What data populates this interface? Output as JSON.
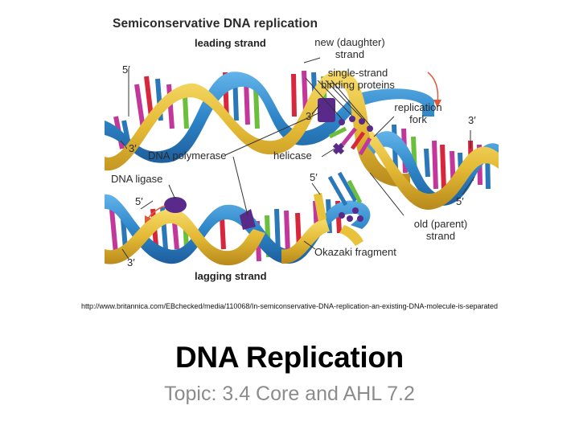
{
  "slide": {
    "title": "DNA Replication",
    "subtitle": "Topic: 3.4 Core and AHL 7.2",
    "source_url": "http://www.britannica.com/EBchecked/media/110068/In-semiconservative-DNA-replication-an-existing-DNA-molecule-is-separated"
  },
  "diagram": {
    "title": "Semiconservative DNA replication",
    "labels": {
      "leading_strand": "leading strand",
      "lagging_strand": "lagging strand",
      "new_daughter_strand_1": "new (daughter)",
      "new_daughter_strand_2": "strand",
      "ssb_1": "single-strand",
      "ssb_2": "binding proteins",
      "replication_fork_1": "replication",
      "replication_fork_2": "fork",
      "dna_polymerase": "DNA polymerase",
      "helicase": "helicase",
      "dna_ligase": "DNA ligase",
      "okazaki_fragment": "Okazaki fragment",
      "old_parent_strand_1": "old (parent)",
      "old_parent_strand_2": "strand"
    },
    "end_labels": {
      "top_left_5": "5′",
      "top_left_3": "3′",
      "leading_new_3": "3′",
      "right_3": "3′",
      "right_5": "5′",
      "lagging_new_5": "5′",
      "bottom_left_5": "5′",
      "bottom_left_3": "3′"
    },
    "colors": {
      "blue_strand": "#2e86c8",
      "gold_strand": "#e3b934",
      "base_magenta": "#c2389a",
      "base_red": "#d8263c",
      "base_green": "#6cbf3c",
      "base_blue": "#2a78b8",
      "enzyme_purple": "#5a2a8a"
    }
  }
}
